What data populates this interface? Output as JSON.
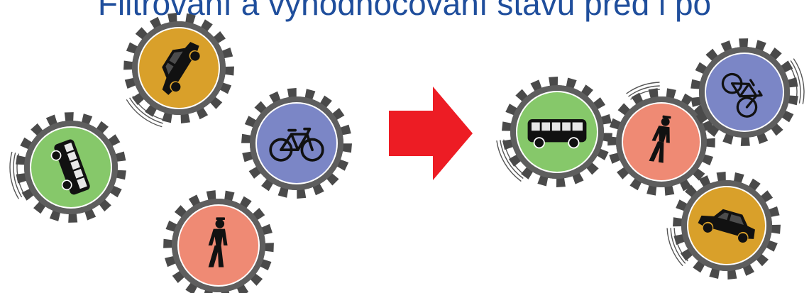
{
  "title": "Filtrování a vyhodnocování stavu před i po",
  "colors": {
    "title": "#1f4e9c",
    "gear_rim": "#5e5e5e",
    "gear_teeth": "#4a4a4a",
    "car": "#d9a02a",
    "bus": "#86c86a",
    "bicycle": "#7b86c6",
    "pedestrian": "#ef8a74",
    "arrow": "#ed1c24",
    "icon": "#111111"
  },
  "before": {
    "gears": [
      {
        "id": "car",
        "icon": "car-icon",
        "color_key": "car"
      },
      {
        "id": "bus",
        "icon": "bus-icon",
        "color_key": "bus"
      },
      {
        "id": "bicycle",
        "icon": "bicycle-icon",
        "color_key": "bicycle"
      },
      {
        "id": "pedestrian",
        "icon": "pedestrian-icon",
        "color_key": "pedestrian"
      }
    ]
  },
  "after": {
    "gears": [
      {
        "id": "bus",
        "icon": "bus-icon",
        "color_key": "bus"
      },
      {
        "id": "pedestrian",
        "icon": "pedestrian-icon",
        "color_key": "pedestrian"
      },
      {
        "id": "bicycle",
        "icon": "bicycle-icon",
        "color_key": "bicycle"
      },
      {
        "id": "car",
        "icon": "car-icon",
        "color_key": "car"
      }
    ]
  },
  "arrow": {
    "icon": "arrow-right-icon"
  }
}
